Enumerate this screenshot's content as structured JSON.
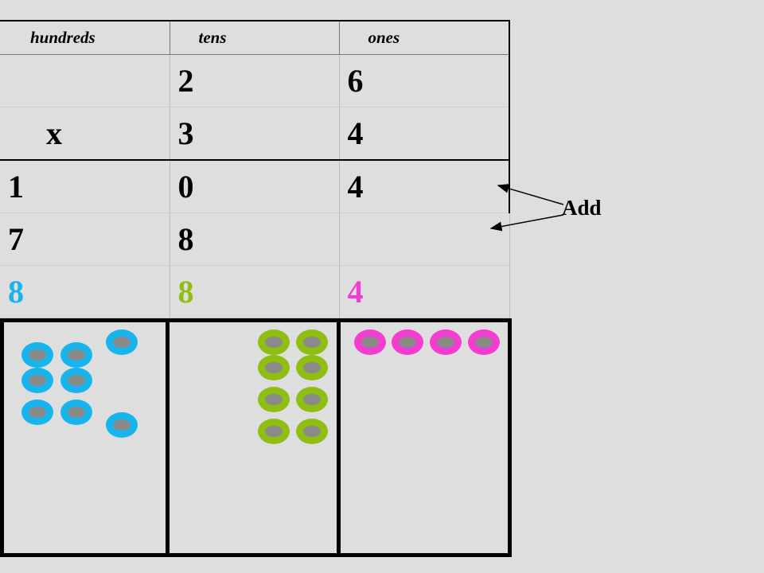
{
  "headers": [
    "hundreds",
    "tens",
    "ones"
  ],
  "rows": [
    {
      "hundreds": "",
      "tens": "2",
      "ones": "6"
    },
    {
      "hundreds": "x",
      "tens": "3",
      "ones": "4"
    },
    {
      "hundreds": "1",
      "tens": "0",
      "ones": "4"
    },
    {
      "hundreds": "7",
      "tens": "8",
      "ones": ""
    },
    {
      "hundreds": "8",
      "tens": "8",
      "ones": "4"
    }
  ],
  "add_label": "Add",
  "colors": {
    "hundreds": "#18b4ec",
    "tens": "#8fbe14",
    "ones": "#f23ecf",
    "chip_center": "#8a8a8a"
  },
  "chips": {
    "hundreds": 8,
    "tens": 8,
    "ones": 4
  }
}
